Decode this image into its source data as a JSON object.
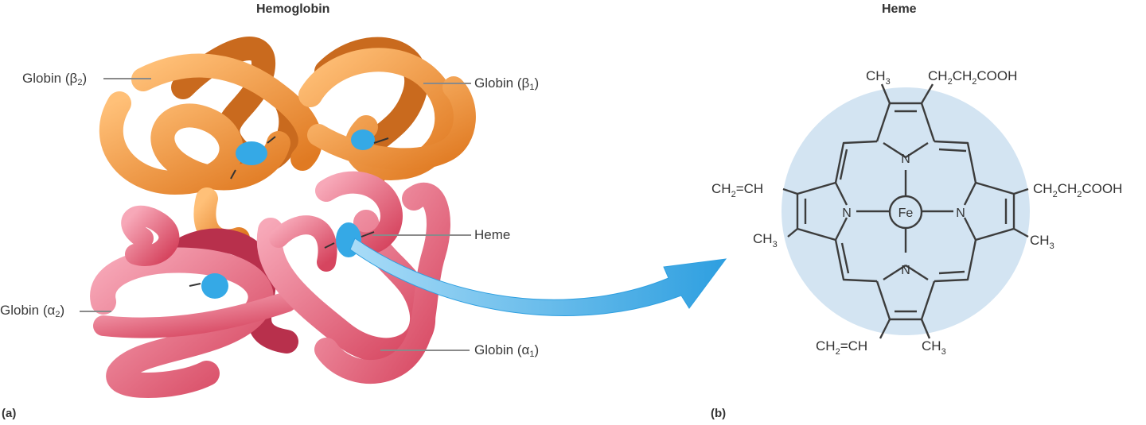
{
  "panels": {
    "a": {
      "letter": "(a)",
      "title": "Hemoglobin",
      "labels": {
        "globin_b2": {
          "prefix": "Globin (β",
          "sub": "2",
          "suffix": ")"
        },
        "globin_b1": {
          "prefix": "Globin (β",
          "sub": "1",
          "suffix": ")"
        },
        "heme": "Heme",
        "globin_a2": {
          "prefix": "Globin (α",
          "sub": "2",
          "suffix": ")"
        },
        "globin_a1": {
          "prefix": "Globin (α",
          "sub": "1",
          "suffix": ")"
        }
      }
    },
    "b": {
      "letter": "(b)",
      "title": "Heme",
      "atoms": {
        "fe": "Fe",
        "n": "N"
      },
      "groups": {
        "top_left": {
          "t1": "CH",
          "s1": "3"
        },
        "top_right": {
          "t1": "CH",
          "s1": "2",
          "t2": "CH",
          "s2": "2",
          "t3": "COOH"
        },
        "left_upper": {
          "t1": "CH",
          "s1": "2",
          "t2": "=CH"
        },
        "left_lower": {
          "t1": "CH",
          "s1": "3"
        },
        "right_upper": {
          "t1": "CH",
          "s1": "2",
          "t2": "CH",
          "s2": "2",
          "t3": "COOH"
        },
        "right_lower": {
          "t1": "CH",
          "s1": "3"
        },
        "bottom_left": {
          "t1": "CH",
          "s1": "2",
          "t2": "=CH"
        },
        "bottom_right": {
          "t1": "CH",
          "s1": "3"
        }
      }
    }
  },
  "colors": {
    "beta_chain": "#f39a3a",
    "alpha_chain": "#e8607a",
    "heme_disc": "#35a9e6",
    "heme_circle": "#d3e4f2",
    "arrow": "#4bb4ea"
  }
}
